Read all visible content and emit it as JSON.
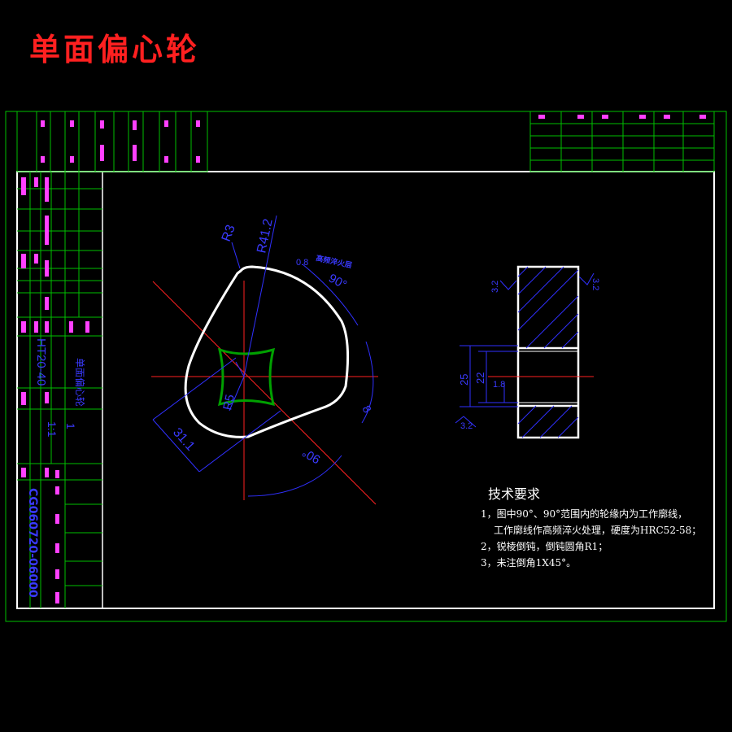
{
  "title": "单面偏心轮",
  "views": {
    "front": {
      "dims": {
        "r_small": "R3",
        "r_large": "R41.2",
        "r_sq": "R5",
        "thickness": "0.8",
        "hardened_layer_note": "高频淬火层",
        "angle_top": "90°",
        "angle_bottom": "90°",
        "offset": "31.1",
        "dim_right": "8"
      }
    },
    "side": {
      "dims": {
        "d25": "25",
        "d22": "22",
        "d1_8": "1.8",
        "r3_2_left": "3.2",
        "r3_2_right": "3.2",
        "r3_2_bottom": "3.2"
      }
    }
  },
  "tech_requirements": {
    "heading": "技术要求",
    "items": [
      "1，图中90°、90°范围内的轮缘内为工作廓线，",
      "工作廓线作高频淬火处理，硬度为HRC52-58；",
      "2，锐棱倒钝，倒钝圆角R1；",
      "3，未注倒角1X45°。"
    ]
  },
  "title_block": {
    "part_name": "单面偏心轮",
    "material": "HT20-40",
    "scale": "1:1",
    "quantity": "1",
    "drawing_no": "CG060720-06000"
  }
}
